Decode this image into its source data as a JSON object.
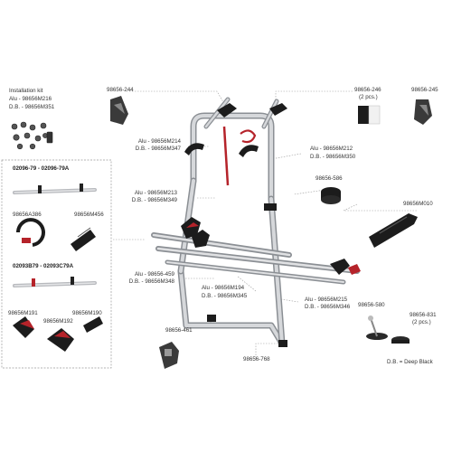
{
  "colors": {
    "frame": "#c9ccd0",
    "frame_dark": "#8b8f94",
    "black_part": "#1c1c1c",
    "red_strap": "#b5232a",
    "leader": "#9a9a9a",
    "box_border": "#9a9a9a"
  },
  "installation_kit": {
    "title": "Installation kit",
    "alu": "Alu - 98656M216",
    "db": "D.B. - 98656M351"
  },
  "parts": {
    "p98656_244": "98656-244",
    "p98656_246": "98656-246",
    "p98656_246_qty": "(2 pcs.)",
    "p98656_245": "98656-245",
    "p_m214_alu": "Alu - 98656M214",
    "p_m214_db": "D.B. - 98656M347",
    "p_m212_alu": "Alu - 98656M212",
    "p_m212_db": "D.B. - 98656M350",
    "p98656_586": "98656-586",
    "p_m213_alu": "Alu - 98656M213",
    "p_m213_db": "D.B. - 98656M349",
    "p98656M010": "98656M010",
    "p459_alu": "Alu - 98656-459",
    "p459_db": "D.B. - 98656M348",
    "p_m194_alu": "Alu - 98656M194",
    "p_m194_db": "D.B. - 98656M345",
    "p_m215_alu": "Alu - 98656M215",
    "p_m215_db": "D.B. - 98656M346",
    "p98656_580": "98656-580",
    "p98656_831": "98656-831",
    "p98656_831_qty": "(2 pcs.)",
    "p98656_461": "98656-461",
    "p98656_768": "98656-768"
  },
  "kit_box": {
    "group1_title": "02096-79 - 02096-79A",
    "group1_part_a": "98656A386",
    "group1_part_b": "98656M456",
    "group2_title": "02093B79 - 02093C79A",
    "group2_part_a": "98656M191",
    "group2_part_b": "98656M190",
    "group2_part_c": "98656M192"
  },
  "legend": "D.B. = Deep Black"
}
